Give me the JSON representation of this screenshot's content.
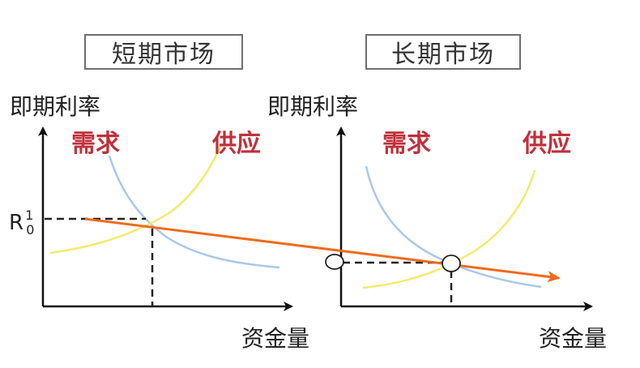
{
  "left_panel": {
    "title": "短期市场",
    "y_label": "即期利率",
    "x_label": "资金量",
    "demand_label": "需求",
    "supply_label": "供应",
    "rate_label": {
      "base": "R",
      "sup": "1",
      "sub": "0"
    }
  },
  "right_panel": {
    "title": "长期市场",
    "y_label": "即期利率",
    "x_label": "资金量",
    "demand_label": "需求",
    "supply_label": "供应"
  },
  "colors": {
    "demand_curve": "#a9c8ea",
    "supply_curve": "#f3ea6a",
    "arrow": "#ef6a1c",
    "demand_label": "#c0303b",
    "supply_label": "#c0303b",
    "axis": "#111111"
  }
}
